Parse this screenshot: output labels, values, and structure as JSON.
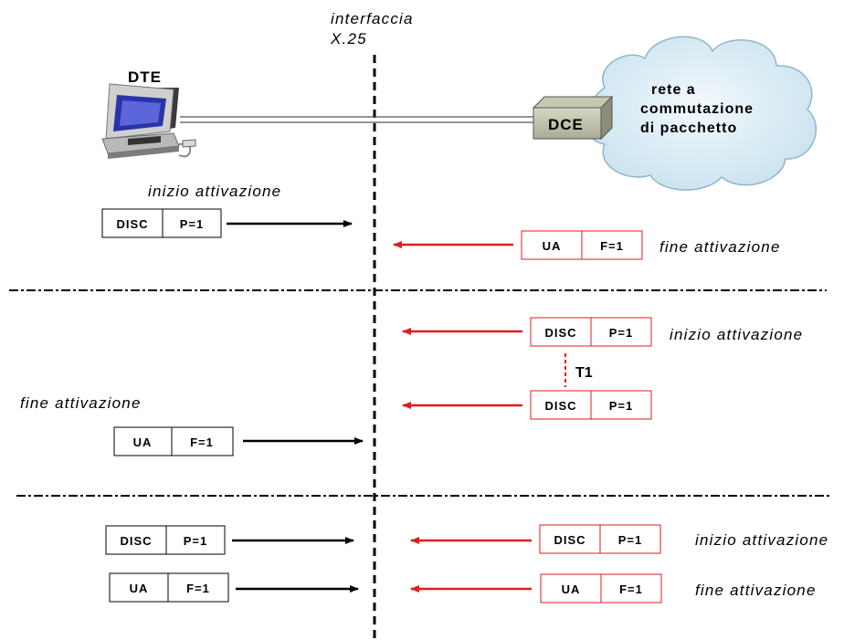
{
  "interface": {
    "line1": "interfaccia",
    "line2": "X.25"
  },
  "dte": {
    "label": "DTE"
  },
  "dce": {
    "label": "DCE"
  },
  "network": {
    "line1": "rete a",
    "line2": "commutazione",
    "line3": "di pacchetto"
  },
  "section1": {
    "start_label": "inizio attivazione",
    "end_label": "fine attivazione",
    "frame_left": {
      "a": "DISC",
      "b": "P=1"
    },
    "frame_right": {
      "a": "UA",
      "b": "F=1"
    }
  },
  "section2": {
    "start_label": "inizio attivazione",
    "end_label": "fine attivazione",
    "timer_label": "T1",
    "frame_right1": {
      "a": "DISC",
      "b": "P=1"
    },
    "frame_right2": {
      "a": "DISC",
      "b": "P=1"
    },
    "frame_left": {
      "a": "UA",
      "b": "F=1"
    }
  },
  "section3": {
    "start_label": "inizio attivazione",
    "end_label": "fine attivazione",
    "frame_left1": {
      "a": "DISC",
      "b": "P=1"
    },
    "frame_left2": {
      "a": "UA",
      "b": "F=1"
    },
    "frame_right1": {
      "a": "DISC",
      "b": "P=1"
    },
    "frame_right2": {
      "a": "UA",
      "b": "F=1"
    }
  },
  "colors": {
    "dte_side": "#000000",
    "dce_side": "#e31b1b",
    "cloud": "#d6eaf4"
  }
}
